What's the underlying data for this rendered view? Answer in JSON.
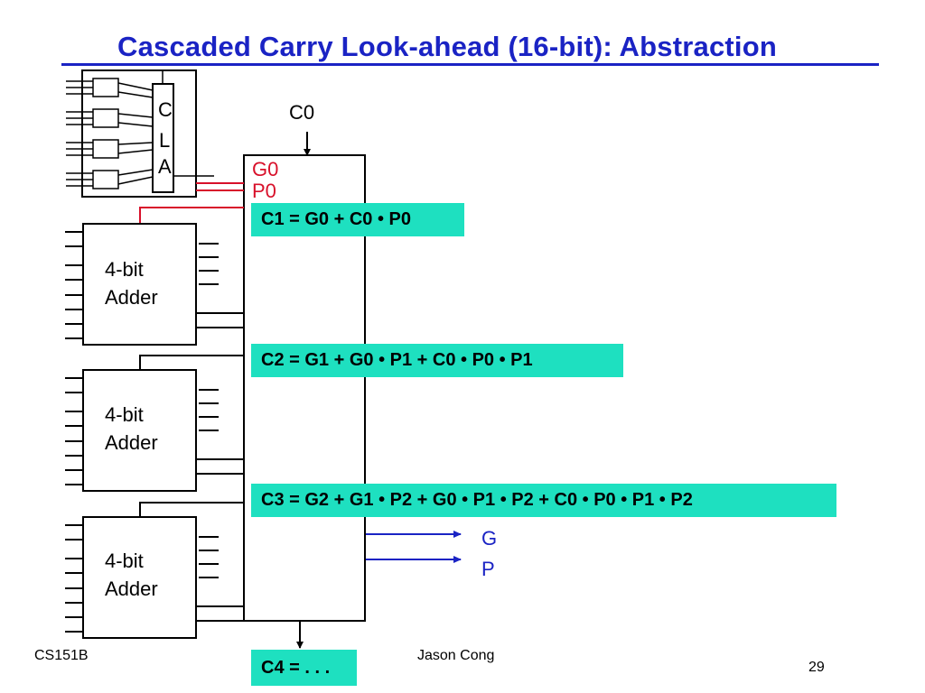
{
  "slide": {
    "title": "Cascaded Carry Look-ahead (16-bit): Abstraction",
    "cla_letters": [
      "C",
      "L",
      "A"
    ],
    "carry_in": "C0",
    "group_generate": "G0",
    "group_propagate": "P0",
    "adder_line1": "4-bit",
    "adder_line2": "Adder",
    "equations": [
      "C1 = G0 + C0 • P0",
      "C2 = G1 + G0 • P1 + C0 • P0 • P1",
      "C3 = G2 + G1 • P2 + G0 • P1 • P2 + C0 • P0 • P1 • P2"
    ],
    "carry_out": "C4 = . . .",
    "outputs": [
      "G",
      "P"
    ],
    "footer_left": "CS151B",
    "footer_center": "Jason Cong",
    "page_number": "29"
  },
  "colors": {
    "title": "#1a23c4",
    "highlight": "#1ee0c0",
    "generate_propagate": "#d8102a",
    "output_arrows": "#1a23c4"
  }
}
